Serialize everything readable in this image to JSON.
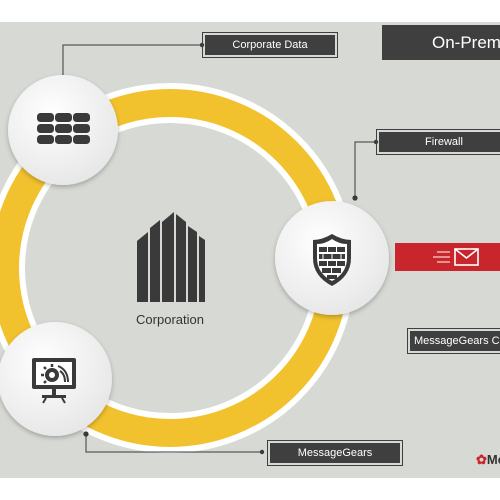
{
  "title": "On-Premises",
  "labels": {
    "corporate_data": "Corporate Data",
    "firewall": "Firewall",
    "messagegears": "MessageGears",
    "messagegears_cloud": "MessageGears Cloud",
    "corporation": "Corporation"
  },
  "logo": {
    "text": "MessageGears"
  },
  "icons": {
    "database": "database-icon",
    "firewall": "shield-brick-icon",
    "messagegears": "monitor-gear-icon",
    "corporation": "building-icon",
    "email": "envelope-icon"
  },
  "colors": {
    "background": "#d6d9d4",
    "ring": "#f2c12e",
    "label_bg": "#3f3f3f",
    "accent_red": "#c8262c",
    "icon": "#3a3a3a"
  }
}
